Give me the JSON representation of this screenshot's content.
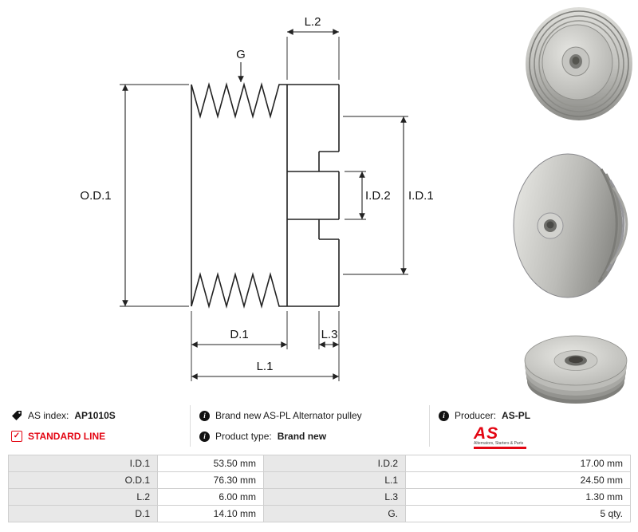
{
  "colors": {
    "accent_red": "#e30613",
    "line": "#1a1a1a",
    "table_label_bg": "#e8e8e8",
    "table_border": "#cfcfcf"
  },
  "drawing": {
    "labels": {
      "od1": "O.D.1",
      "id1": "I.D.1",
      "id2": "I.D.2",
      "g": "G",
      "l2": "L.2",
      "d1": "D.1",
      "l3": "L.3",
      "l1": "L.1"
    }
  },
  "photos": [
    {
      "name": "pulley front view"
    },
    {
      "name": "pulley side view"
    },
    {
      "name": "pulley back view"
    }
  ],
  "icons": {
    "info_glyph": "i",
    "check_glyph": "✓"
  },
  "info": {
    "as_index": {
      "label": "AS index:",
      "value": "AP1010S"
    },
    "standard_line": "STANDARD LINE",
    "description": "Brand new AS-PL Alternator pulley",
    "product_type": {
      "label": "Product type:",
      "value": "Brand new"
    },
    "producer": {
      "label": "Producer:",
      "value": "AS-PL"
    },
    "logo": {
      "text": "AS",
      "subtext": "Alternators, Starters & Parts"
    }
  },
  "table": {
    "rows": [
      {
        "k1": "I.D.1",
        "v1": "53.50 mm",
        "k2": "I.D.2",
        "v2": "17.00 mm"
      },
      {
        "k1": "O.D.1",
        "v1": "76.30 mm",
        "k2": "L.1",
        "v2": "24.50 mm"
      },
      {
        "k1": "L.2",
        "v1": "6.00 mm",
        "k2": "L.3",
        "v2": "1.30 mm"
      },
      {
        "k1": "D.1",
        "v1": "14.10 mm",
        "k2": "G.",
        "v2": "5 qty."
      }
    ]
  }
}
